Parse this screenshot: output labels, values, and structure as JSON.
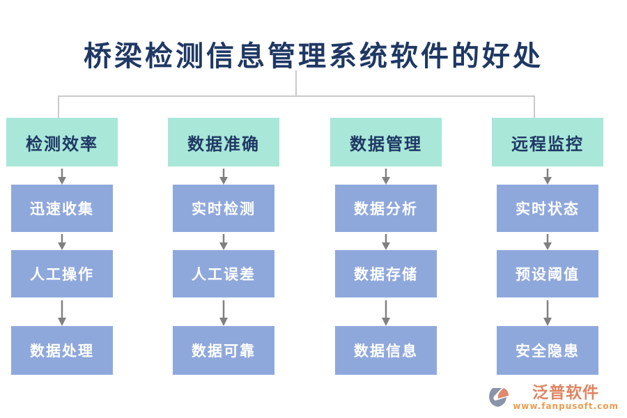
{
  "title": "桥梁检测信息管理系统软件的好处",
  "columns": [
    {
      "header": "检测效率",
      "items": [
        "迅速收集",
        "人工操作",
        "数据处理"
      ]
    },
    {
      "header": "数据准确",
      "items": [
        "实时检测",
        "人工误差",
        "数据可靠"
      ]
    },
    {
      "header": "数据管理",
      "items": [
        "数据分析",
        "数据存储",
        "数据信息"
      ]
    },
    {
      "header": "远程监控",
      "items": [
        "实时状态",
        "预设阈值",
        "安全隐患"
      ]
    }
  ],
  "branding": {
    "name": "泛普软件",
    "url": "www.fanpusoft.com"
  },
  "colors": {
    "header_bg": "#a9e7d8",
    "box_bg": "#8fa8dc",
    "header_text": "#1f3864",
    "box_text": "#ffffff",
    "title_text": "#1f3864",
    "arrow": "#808080",
    "connector": "#c9c9c9",
    "logo_coral": "#e0835f",
    "logo_url": "#ee9c51"
  }
}
